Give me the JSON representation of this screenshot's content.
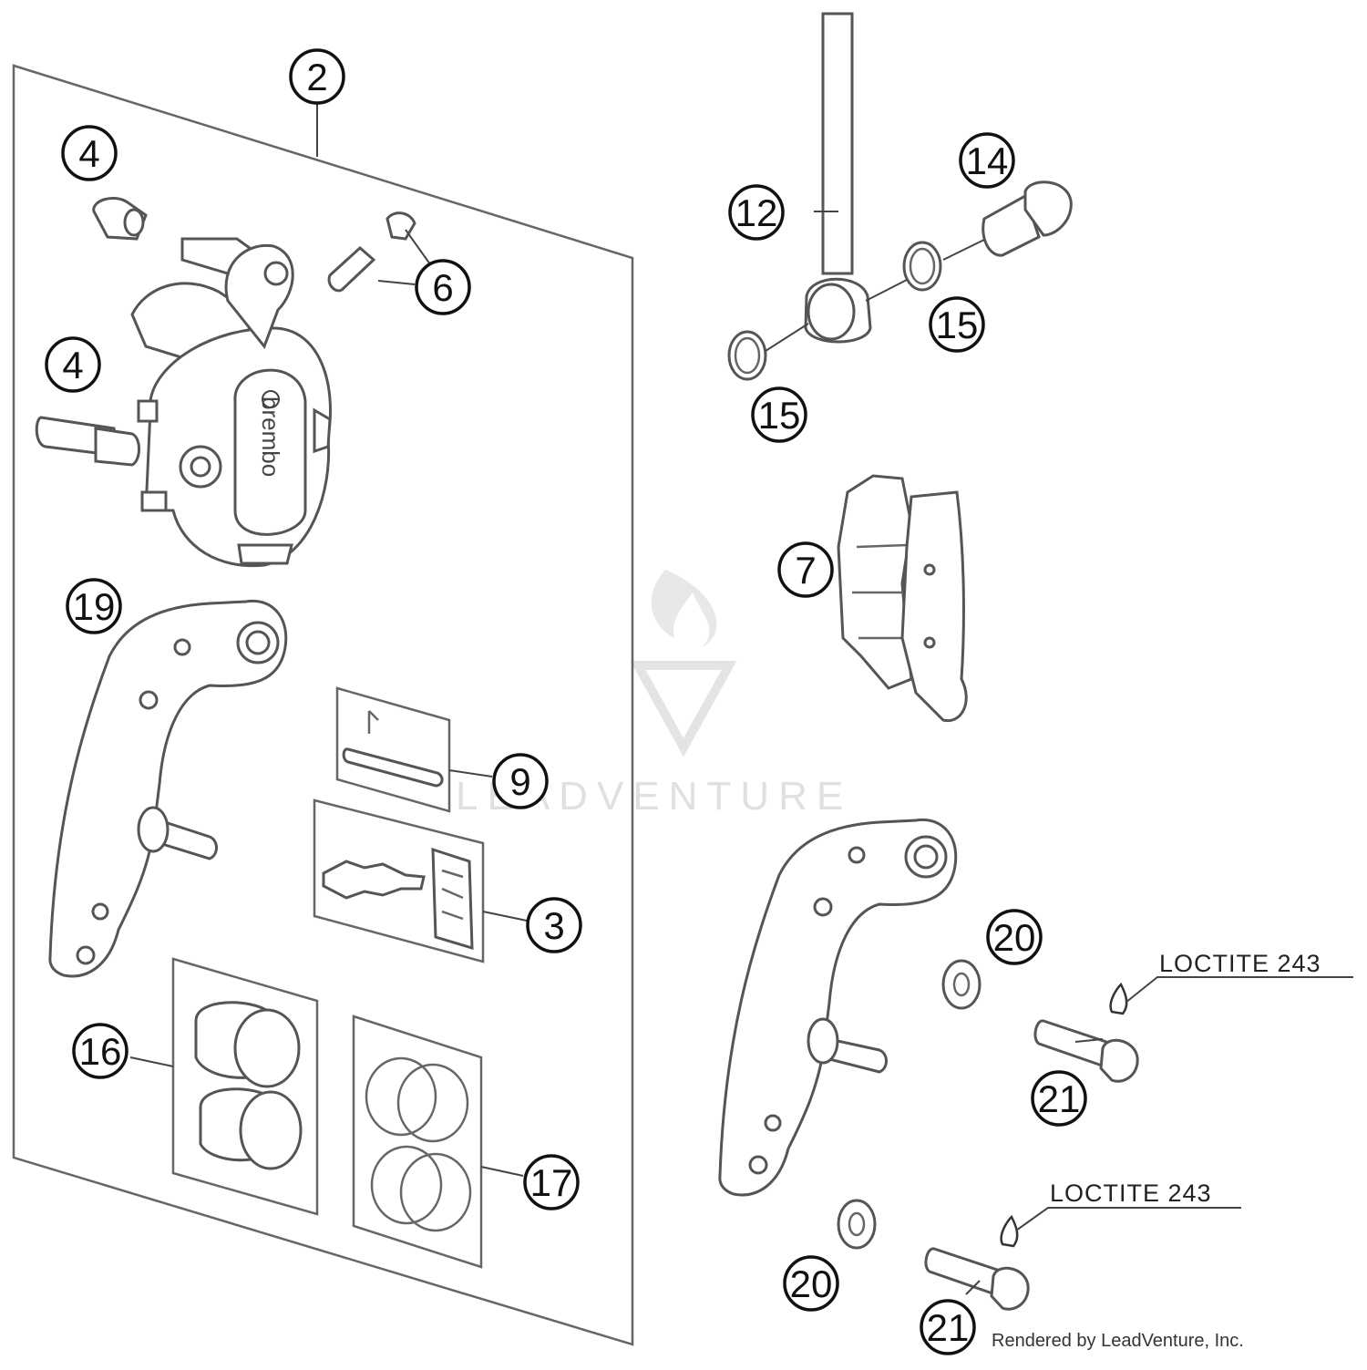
{
  "callouts": {
    "c2": "2",
    "c4a": "4",
    "c4b": "4",
    "c6": "6",
    "c19": "19",
    "c9": "9",
    "c3": "3",
    "c16": "16",
    "c17": "17",
    "c12": "12",
    "c14": "14",
    "c15a": "15",
    "c15b": "15",
    "c7": "7",
    "c20a": "20",
    "c20b": "20",
    "c21a": "21",
    "c21b": "21"
  },
  "notes": {
    "loctite_upper": "LOCTITE 243",
    "loctite_lower": "LOCTITE 243"
  },
  "caliper_brand": "brembo",
  "watermark": "LEADVENTURE",
  "credit": "Rendered by LeadVenture, Inc."
}
